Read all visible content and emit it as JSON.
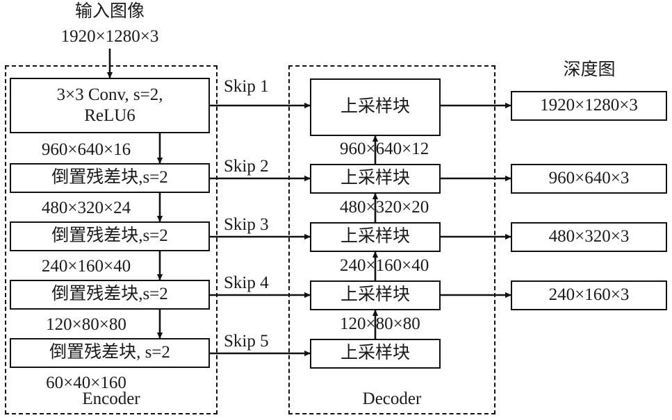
{
  "diagram": {
    "title_input": "输入图像",
    "input_shape": "1920×1280×3",
    "output_title": "深度图",
    "encoder_label": "Encoder",
    "decoder_label": "Decoder"
  },
  "encoder": {
    "blocks": [
      {
        "id": "conv",
        "line1": "3×3 Conv, s=2,",
        "line2": "ReLU6"
      },
      {
        "id": "irb1",
        "label": "倒置残差块,s=2"
      },
      {
        "id": "irb2",
        "label": "倒置残差块,s=2"
      },
      {
        "id": "irb3",
        "label": "倒置残差块,s=2"
      },
      {
        "id": "irb4",
        "label": "倒置残差块, s=2"
      }
    ],
    "feature_shapes": [
      "960×640×16",
      "480×320×24",
      "240×160×40",
      "120×80×80",
      "60×40×160"
    ]
  },
  "skips": [
    {
      "label": "Skip 1"
    },
    {
      "label": "Skip 2"
    },
    {
      "label": "Skip 3"
    },
    {
      "label": "Skip 4"
    },
    {
      "label": "Skip 5"
    }
  ],
  "decoder": {
    "blocks": [
      {
        "id": "up1",
        "label": "上采样块"
      },
      {
        "id": "up2",
        "label": "上采样块"
      },
      {
        "id": "up3",
        "label": "上采样块"
      },
      {
        "id": "up4",
        "label": "上采样块"
      },
      {
        "id": "up5",
        "label": "上采样块"
      }
    ],
    "feature_shapes": [
      "960×640×12",
      "480×320×20",
      "240×160×40",
      "120×80×80"
    ]
  },
  "outputs": [
    {
      "label": "1920×1280×3"
    },
    {
      "label": "960×640×3"
    },
    {
      "label": "480×320×3"
    },
    {
      "label": "240×160×3"
    }
  ],
  "colors": {
    "stroke": "#111111",
    "background": "#ffffff"
  }
}
